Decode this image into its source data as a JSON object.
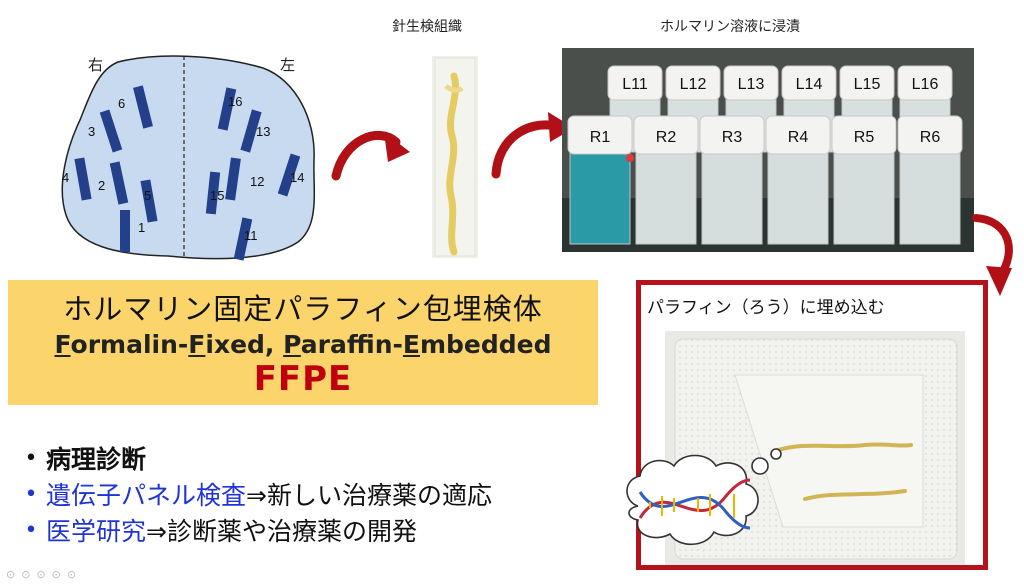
{
  "diagram": {
    "prostate": {
      "right_label": "右",
      "left_label": "左",
      "core_labels": [
        "1",
        "2",
        "3",
        "4",
        "5",
        "6",
        "11",
        "12",
        "13",
        "14",
        "15",
        "16"
      ]
    },
    "biopsy_caption": "針生検組織",
    "formalin_caption": "ホルマリン溶液に浸漬",
    "vial_labels_top": [
      "L11",
      "L12",
      "L13",
      "L14",
      "L15",
      "L16"
    ],
    "vial_labels_bottom": [
      "R1",
      "R2",
      "R3",
      "R4",
      "R5",
      "R6"
    ],
    "paraffin_caption": "パラフィン（ろう）に埋め込む",
    "ffpe": {
      "title_jp": "ホルマリン固定パラフィン包埋検体",
      "en_parts": [
        {
          "text": "F",
          "u": true
        },
        {
          "text": "ormalin-",
          "u": false
        },
        {
          "text": "F",
          "u": true
        },
        {
          "text": "ixed, ",
          "u": false
        },
        {
          "text": "P",
          "u": true
        },
        {
          "text": "araffin-",
          "u": false
        },
        {
          "text": "E",
          "u": true
        },
        {
          "text": "mbedded",
          "u": false
        }
      ],
      "abbr": "FFPE"
    },
    "bullets": [
      {
        "blue": "",
        "black": "病理診断"
      },
      {
        "blue": "遺伝子パネル検査",
        "black": "⇒新しい治療薬の適応"
      },
      {
        "blue": "医学研究",
        "black": "⇒診断薬や治療薬の開発"
      }
    ],
    "bullet_symbol": "•",
    "colors": {
      "ffpe_box": "#fbd56c",
      "ffpe_red": "#c0000c",
      "bullet_blue": "#1f33d6",
      "frame_red": "#b5121b",
      "arrow_red": "#b01016",
      "core_blue": "#23418a",
      "organ_fill": "#c7daf0"
    }
  }
}
